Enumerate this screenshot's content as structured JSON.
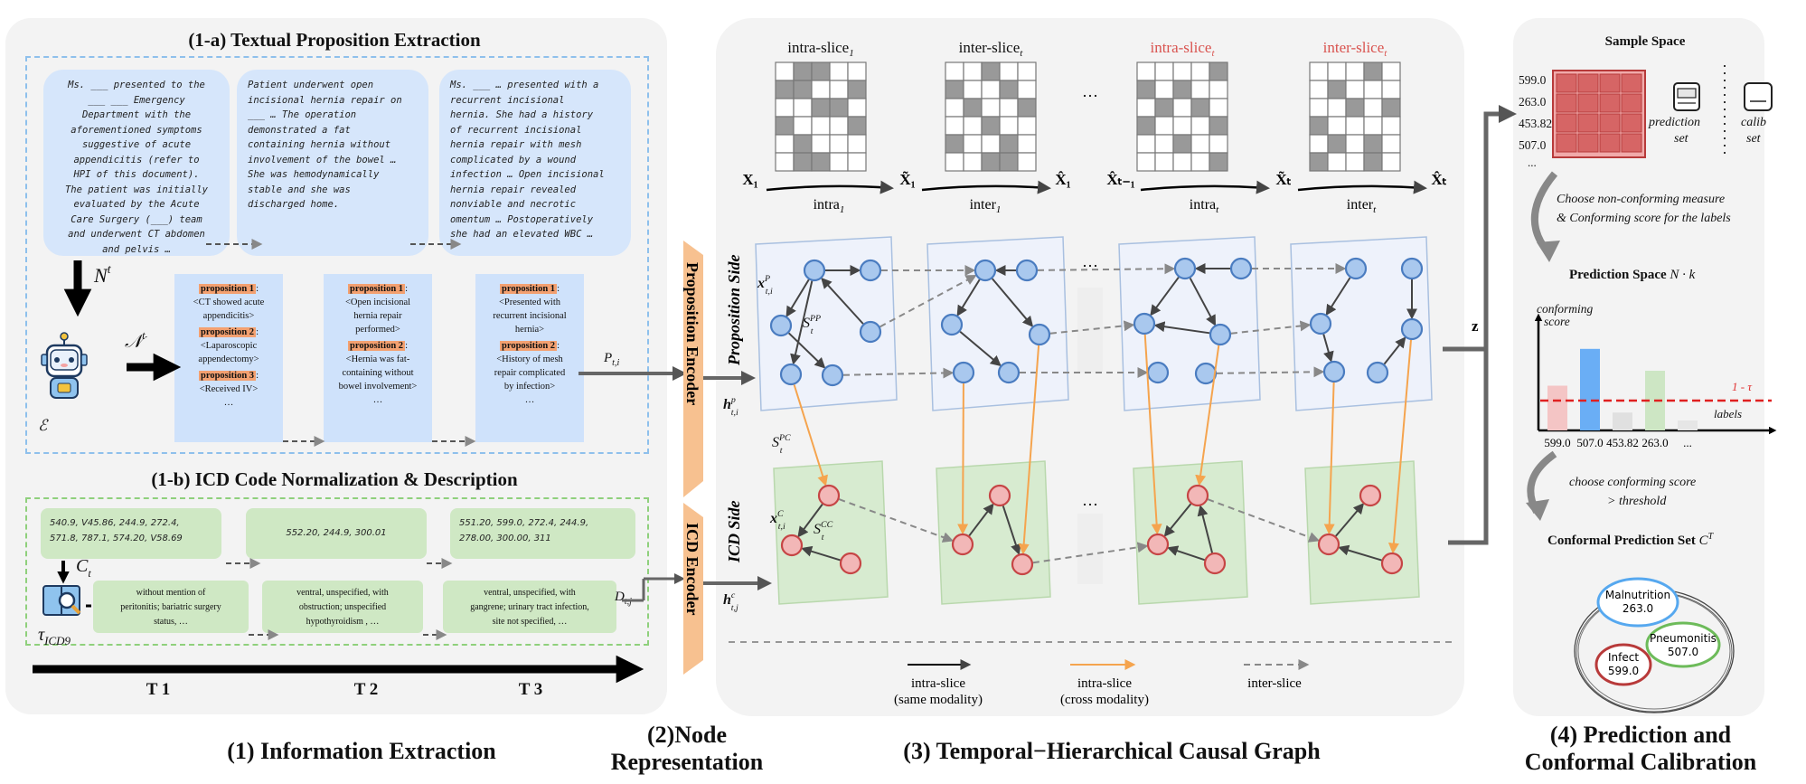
{
  "panel1": {
    "title_a": "(1-a) Textual Proposition Extraction",
    "title_b": "(1-b) ICD Code Normalization & Description",
    "caption": "(1) Information Extraction",
    "notes": [
      [
        "Ms. ___ presented to the",
        "___ ___ Emergency",
        "Department with the",
        "aforementioned symptoms",
        "suggestive of acute",
        "appendicitis (refer to",
        "HPI of this document).",
        "The patient was initially",
        "evaluated by the Acute",
        "Care Surgery (___) team",
        "and underwent CT abdomen",
        "and pelvis …"
      ],
      [
        "Patient underwent open",
        "incisional hernia repair on",
        "___ … The operation",
        "demonstrated a fat",
        "containing hernia without",
        "involvement of the bowel …",
        "She was hemodynamically",
        "stable and she was",
        "discharged home."
      ],
      [
        "Ms. ___ … presented with a",
        "recurrent incisional",
        "hernia. She had a history",
        "of recurrent incisional",
        "hernia repair with mesh",
        "complicated by a wound",
        "infection … Open incisional",
        "hernia repair revealed",
        "nonviable and necrotic",
        "omentum … Postoperatively",
        "she had an elevated WBC …"
      ]
    ],
    "props": [
      [
        {
          "tag": "proposition 1",
          "text": [
            "<CT showed acute",
            "appendicitis>"
          ]
        },
        {
          "tag": "proposition 2",
          "text": [
            "<Laparoscopic",
            "appendectomy>"
          ]
        },
        {
          "tag": "proposition 3",
          "text": [
            "<Received IV>"
          ]
        },
        {
          "tag": "",
          "text": [
            "…"
          ]
        }
      ],
      [
        {
          "tag": "proposition 1",
          "text": [
            "<Open incisional",
            "hernia repair",
            "performed>"
          ]
        },
        {
          "tag": "proposition 2",
          "text": [
            "<Hernia was fat-",
            "containing without",
            "bowel involvement>"
          ]
        },
        {
          "tag": "",
          "text": [
            "…"
          ]
        }
      ],
      [
        {
          "tag": "proposition 1",
          "text": [
            "<Presented with",
            "recurrent incisional",
            "hernia>"
          ]
        },
        {
          "tag": "proposition 2",
          "text": [
            "<History of mesh",
            "repair complicated",
            "by infection>"
          ]
        },
        {
          "tag": "",
          "text": [
            "…"
          ]
        }
      ]
    ],
    "codes": [
      [
        "540.9, V45.86, 244.9, 272.4,",
        "571.8, 787.1, 574.20, V58.69"
      ],
      [
        "552.20, 244.9, 300.01"
      ],
      [
        "551.20, 599.0, 272.4, 244.9,",
        "278.00, 300.00, 311"
      ]
    ],
    "descs": [
      [
        "without mention of",
        "peritonitis; bariatric surgery",
        "status, …"
      ],
      [
        "ventral, unspecified, with",
        "obstruction; unspecified",
        "hypothyroidism , …"
      ],
      [
        "ventral, unspecified, with",
        "gangrene; urinary tract infection,",
        "site not specified, …"
      ]
    ],
    "times": [
      "T 1",
      "T 2",
      "T 3"
    ],
    "sym_N": "N",
    "sym_t": "t",
    "sym_Ncal": "𝒩",
    "sym_E": "ℰ",
    "sym_C": "C",
    "sym_Ccal": "𝒞",
    "sym_tau": "τ",
    "sym_icd9": "ICD9",
    "sym_P": "P",
    "sym_Psub": "t,i",
    "sym_D": "D",
    "sym_Dsub": "t,j"
  },
  "panel2": {
    "caption_line1": "(2)Node",
    "caption_line2": "Representation",
    "enc1": "Proposition Encoder",
    "enc2": "ICD Encoder"
  },
  "panel3": {
    "caption": "(3) Temporal−Hierarchical Causal Graph",
    "slice_titles": [
      {
        "base": "intra-slice",
        "sub": "1",
        "color": "#111111"
      },
      {
        "base": "inter-slice",
        "sub": "t",
        "color": "#111111"
      },
      {
        "base": "intra-slice",
        "sub": "t",
        "color": "#d9534f"
      },
      {
        "base": "inter-slice",
        "sub": "t",
        "color": "#d9534f"
      }
    ],
    "dots": "···",
    "seq_nodes": [
      "X₁",
      "X̃₁",
      "X̂₁",
      "X̂ₜ₋₁",
      "X̃ₜ",
      "X̂ₜ"
    ],
    "seq_edges": [
      {
        "base": "intra",
        "sub": "1"
      },
      {
        "base": "inter",
        "sub": "1"
      },
      {
        "base": "intra",
        "sub": "t"
      },
      {
        "base": "inter",
        "sub": "t"
      }
    ],
    "side_prop": "Proposition Side",
    "side_icd": "ICD Side",
    "lab_xp": "x",
    "lab_xp_sup": "P",
    "lab_xp_sub": "t,i",
    "lab_spp": "S",
    "lab_spp_sup": "PP",
    "lab_spp_sub": "t",
    "lab_hp": "h",
    "lab_hp_sup": "p",
    "lab_hp_sub": "t,i",
    "lab_spc": "S",
    "lab_spc_sup": "PC",
    "lab_spc_sub": "t",
    "lab_xc": "x",
    "lab_xc_sup": "C",
    "lab_xc_sub": "t,i",
    "lab_scc": "S",
    "lab_scc_sup": "CC",
    "lab_scc_sub": "t",
    "lab_hc": "h",
    "lab_hc_sup": "c",
    "lab_hc_sub": "t,j",
    "lab_z": "z",
    "legend": [
      {
        "line1": "intra-slice",
        "line2": "(same modality)",
        "style": "solid"
      },
      {
        "line1": "intra-slice",
        "line2": "(cross modality)",
        "style": "orange"
      },
      {
        "line1": "inter-slice",
        "line2": "",
        "style": "dashed"
      }
    ]
  },
  "panel4": {
    "caption_line1": "(4) Prediction and",
    "caption_line2": "Conformal Calibration",
    "sample_title": "Sample Space",
    "sample_labels": [
      "599.0",
      "263.0",
      "453.82",
      "507.0",
      "..."
    ],
    "pred_set_label": [
      "prediction",
      "set"
    ],
    "calib_label": [
      "calib",
      "set"
    ],
    "choose1": [
      "Choose non-conforming measure",
      "& Conforming score for the labels"
    ],
    "pred_space": "Prediction Space",
    "pred_space_math": "N · k",
    "axis_y": [
      "conforming",
      "score"
    ],
    "axis_x": "labels",
    "threshold": "1 - τ",
    "choose2": [
      "choose conforming score",
      "> threshold"
    ],
    "cps_title": "Conformal Prediction Set",
    "cps_math": "C",
    "cps_sup": "T",
    "circles": [
      {
        "name": "Malnutrition",
        "code": "263.0"
      },
      {
        "name": "Pneumonitis",
        "code": "507.0"
      },
      {
        "name": "Infect",
        "code": "599.0"
      }
    ]
  },
  "chart_data": {
    "type": "bar",
    "categories": [
      "599.0",
      "507.0",
      "453.82",
      "263.0",
      "..."
    ],
    "values": [
      0.45,
      0.82,
      0.18,
      0.6,
      0.1
    ],
    "colors": [
      "#f4c5c5",
      "#6aaef5",
      "#e0e0e0",
      "#cde6c4",
      "#e6e6e6"
    ],
    "threshold_label": "1 - τ",
    "threshold": 0.3
  }
}
